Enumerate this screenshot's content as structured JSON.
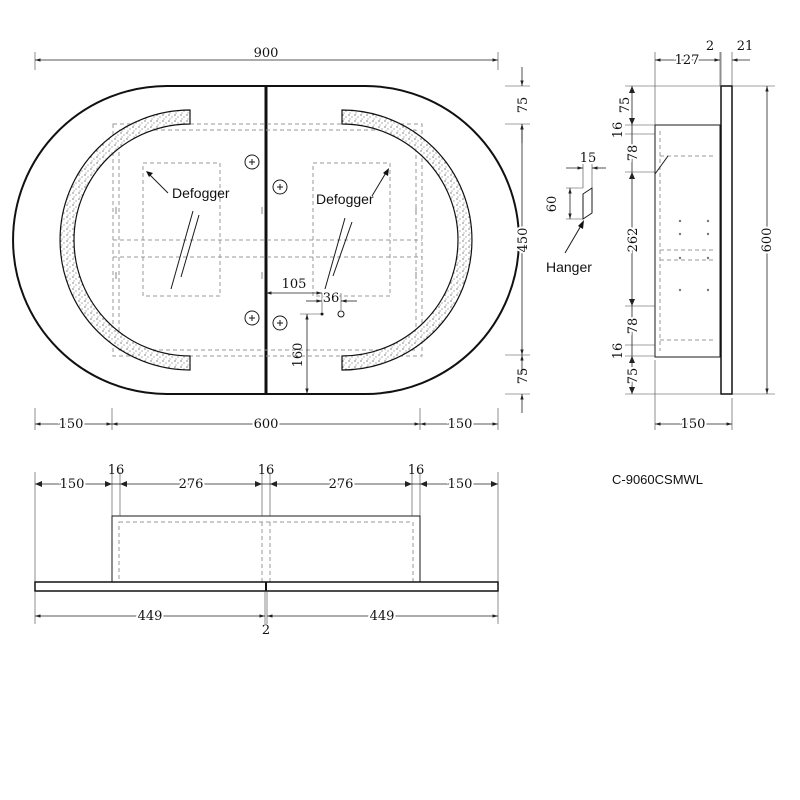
{
  "model_code": "C-9060CSMWL",
  "labels": {
    "defogger_left": "Defogger",
    "defogger_right": "Defogger",
    "hanger": "Hanger"
  },
  "front_view": {
    "overall_width": "900",
    "left_margin": "150",
    "inner_width": "600",
    "right_margin": "150",
    "top_margin": "75",
    "inner_height": "450",
    "bottom_margin": "75",
    "socket_offset_x": "105",
    "socket_spacing": "36",
    "socket_height": "160"
  },
  "hanger_detail": {
    "width": "15",
    "height": "60"
  },
  "side_view": {
    "depth_cabinet": "127",
    "gap": "2",
    "mirror_thickness": "21",
    "top_offset": "75",
    "top_board": "16",
    "upper_shelf": "78",
    "middle_space": "262",
    "lower_shelf": "78",
    "bottom_board": "16",
    "bottom_offset": "75",
    "overall_height": "600",
    "overall_depth": "150"
  },
  "bottom_view": {
    "left_margin": "150",
    "side_panel_left": "16",
    "left_compartment": "276",
    "center_panel": "16",
    "right_compartment": "276",
    "side_panel_right": "16",
    "right_margin": "150",
    "left_door": "449",
    "door_gap": "2",
    "right_door": "449"
  }
}
